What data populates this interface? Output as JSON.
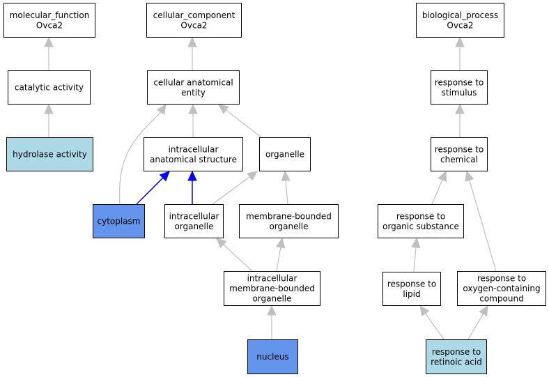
{
  "diagram": {
    "colors": {
      "default_fill": "#ffffff",
      "light_blue_fill": "#add8e6",
      "blue_fill": "#6495ed",
      "edge_gray": "#c0c0c0",
      "edge_blue": "#0000ff"
    },
    "nodes": [
      {
        "id": "mf",
        "lines": [
          "molecular_function",
          "Ovca2"
        ],
        "fill": "default"
      },
      {
        "id": "cc",
        "lines": [
          "cellular_component",
          "Ovca2"
        ],
        "fill": "default"
      },
      {
        "id": "bp",
        "lines": [
          "biological_process",
          "Ovca2"
        ],
        "fill": "default"
      },
      {
        "id": "catalytic",
        "lines": [
          "catalytic activity"
        ],
        "fill": "default"
      },
      {
        "id": "hydrolase",
        "lines": [
          "hydrolase activity"
        ],
        "fill": "light_blue"
      },
      {
        "id": "cae",
        "lines": [
          "cellular anatomical",
          "entity"
        ],
        "fill": "default"
      },
      {
        "id": "ias",
        "lines": [
          "intracellular",
          "anatomical structure"
        ],
        "fill": "default"
      },
      {
        "id": "organelle",
        "lines": [
          "organelle"
        ],
        "fill": "default"
      },
      {
        "id": "cytoplasm",
        "lines": [
          "cytoplasm"
        ],
        "fill": "blue"
      },
      {
        "id": "io",
        "lines": [
          "intracellular",
          "organelle"
        ],
        "fill": "default"
      },
      {
        "id": "mbo",
        "lines": [
          "membrane-bounded",
          "organelle"
        ],
        "fill": "default"
      },
      {
        "id": "imbo",
        "lines": [
          "intracellular",
          "membrane-bounded",
          "organelle"
        ],
        "fill": "default"
      },
      {
        "id": "nucleus",
        "lines": [
          "nucleus"
        ],
        "fill": "blue"
      },
      {
        "id": "rstim",
        "lines": [
          "response to",
          "stimulus"
        ],
        "fill": "default"
      },
      {
        "id": "rchem",
        "lines": [
          "response to",
          "chemical"
        ],
        "fill": "default"
      },
      {
        "id": "rorg",
        "lines": [
          "response to",
          "organic substance"
        ],
        "fill": "default"
      },
      {
        "id": "rlipid",
        "lines": [
          "response to",
          "lipid"
        ],
        "fill": "default"
      },
      {
        "id": "roxy",
        "lines": [
          "response to",
          "oxygen-containing",
          "compound"
        ],
        "fill": "default"
      },
      {
        "id": "rra",
        "lines": [
          "response to",
          "retinoic acid"
        ],
        "fill": "light_blue"
      }
    ],
    "edges": [
      {
        "from": "catalytic",
        "to": "mf",
        "color": "gray"
      },
      {
        "from": "hydrolase",
        "to": "catalytic",
        "color": "gray"
      },
      {
        "from": "cae",
        "to": "cc",
        "color": "gray"
      },
      {
        "from": "ias",
        "to": "cae",
        "color": "gray"
      },
      {
        "from": "organelle",
        "to": "cae",
        "color": "gray"
      },
      {
        "from": "cytoplasm",
        "to": "cae",
        "color": "gray"
      },
      {
        "from": "cytoplasm",
        "to": "ias",
        "color": "blue"
      },
      {
        "from": "io",
        "to": "ias",
        "color": "blue"
      },
      {
        "from": "io",
        "to": "organelle",
        "color": "gray"
      },
      {
        "from": "mbo",
        "to": "organelle",
        "color": "gray"
      },
      {
        "from": "imbo",
        "to": "io",
        "color": "gray"
      },
      {
        "from": "imbo",
        "to": "mbo",
        "color": "gray"
      },
      {
        "from": "nucleus",
        "to": "imbo",
        "color": "gray"
      },
      {
        "from": "rstim",
        "to": "bp",
        "color": "gray"
      },
      {
        "from": "rchem",
        "to": "rstim",
        "color": "gray"
      },
      {
        "from": "rorg",
        "to": "rchem",
        "color": "gray"
      },
      {
        "from": "roxy",
        "to": "rchem",
        "color": "gray"
      },
      {
        "from": "rlipid",
        "to": "rorg",
        "color": "gray"
      },
      {
        "from": "rra",
        "to": "rlipid",
        "color": "gray"
      },
      {
        "from": "rra",
        "to": "roxy",
        "color": "gray"
      }
    ]
  }
}
